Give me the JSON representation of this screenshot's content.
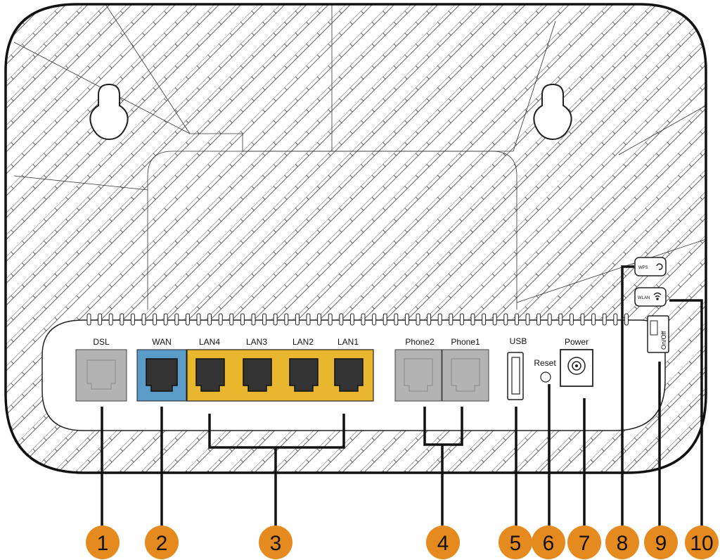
{
  "colors": {
    "wan_port": "#5b9bc8",
    "lan_ports": "#e9b72e",
    "callout_circle": "#e58a1f",
    "port_grey": "#b3b3b3",
    "outline": "#111111"
  },
  "ports": {
    "dsl": "DSL",
    "wan": "WAN",
    "lan4": "LAN4",
    "lan3": "LAN3",
    "lan2": "LAN2",
    "lan1": "LAN1",
    "phone2": "Phone2",
    "phone1": "Phone1",
    "usb": "USB",
    "reset": "Reset",
    "power": "Power"
  },
  "buttons": {
    "wps": "WPS",
    "wlan": "WLAN",
    "onoff": "On/Off"
  },
  "callouts": [
    "1",
    "2",
    "3",
    "4",
    "5",
    "6",
    "7",
    "8",
    "9",
    "10"
  ]
}
